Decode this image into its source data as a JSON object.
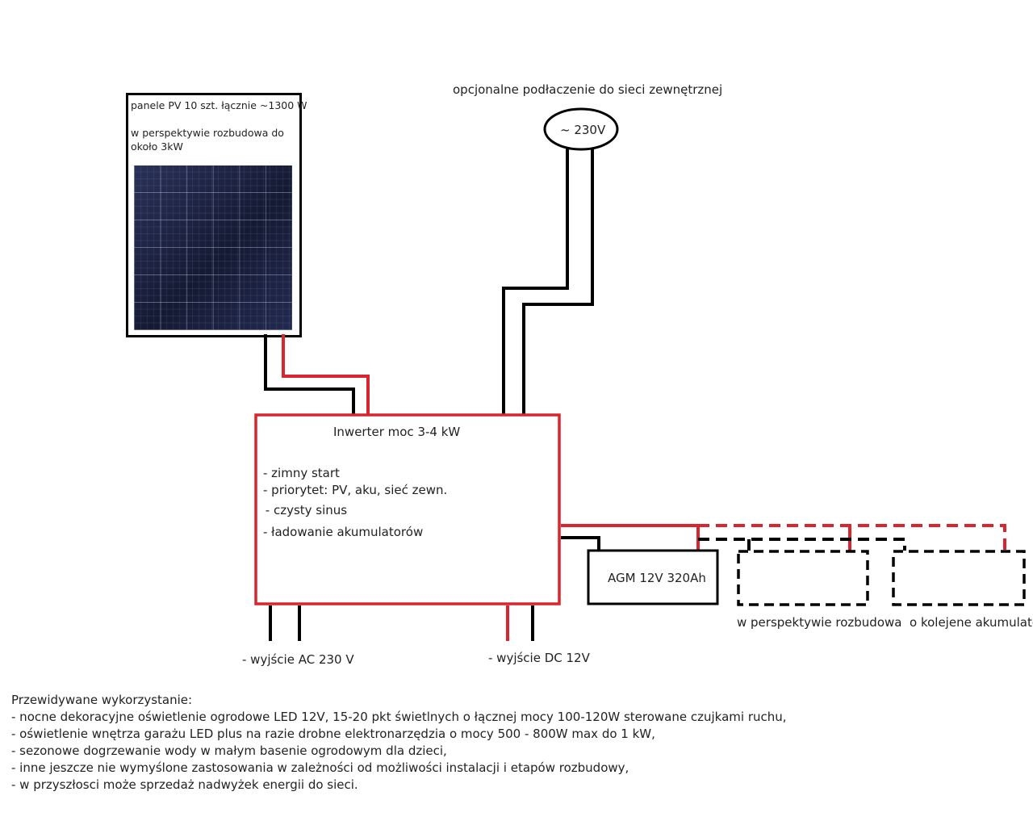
{
  "grid_label": "opcjonalne podłaczenie do sieci zewnętrznej",
  "grid_voltage": "~ 230V",
  "pv_panel": {
    "line1": "panele PV 10 szt. łącznie ~1300 W",
    "line2": "w perspektywie rozbudowa do",
    "line3": "około 3kW"
  },
  "inverter": {
    "title": "Inwerter moc 3-4 kW",
    "features": [
      "- zimny start",
      "- priorytet: PV, aku, sieć zewn.",
      " - czysty sinus",
      "- ładowanie akumulatorów"
    ]
  },
  "battery_label": "AGM 12V 320Ah",
  "expansion_label": "w perspektywie rozbudowa  o kolejene akumulatory",
  "output_ac": "- wyjście AC 230 V",
  "output_dc": "- wyjście DC 12V",
  "usage": {
    "heading": "Przewidywane wykorzystanie:",
    "items": [
      "- nocne dekoracyjne oświetlenie ogrodowe LED 12V, 15-20 pkt świetlnych o łącznej mocy 100-120W sterowane czujkami ruchu,",
      "- oświetlenie wnętrza garażu LED plus na razie drobne elektronarzędzia o mocy 500 - 800W max do 1 kW,",
      "- sezonowe dogrzewanie wody w małym basenie ogrodowym dla dzieci,",
      "- inne jeszcze nie wymyślone zastosowania w zależności od możliwości instalacji i etapów rozbudowy,",
      "- w przyszłosci może sprzedaż nadwyżek energii do sieci."
    ]
  },
  "colors": {
    "positive_wire": "#d9252e",
    "negative_wire": "#000000"
  }
}
